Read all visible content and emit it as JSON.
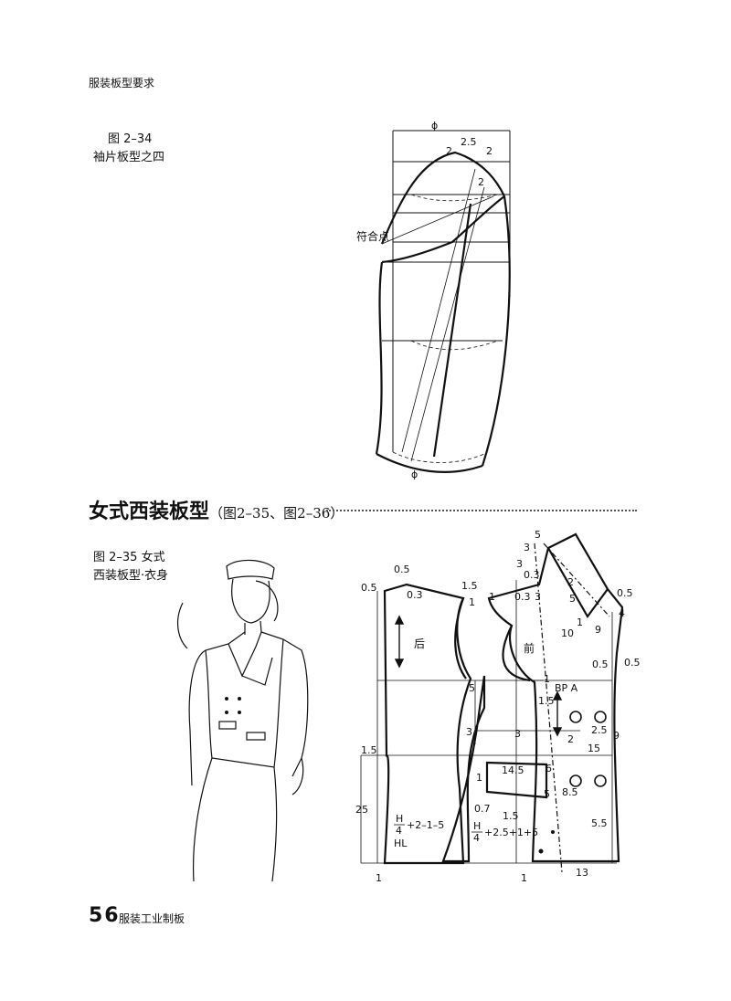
{
  "header": {
    "running_title": "服装板型要求"
  },
  "figure_34": {
    "caption_number": "图 2–34",
    "caption_title": "袖片板型之四",
    "labels": {
      "phi_top": "ϕ",
      "phi_bottom": "ϕ",
      "notch": "符合点",
      "n2_5": "2.5",
      "n2_left": "2",
      "n2_right": "2",
      "n2_mid": "2"
    }
  },
  "section": {
    "title": "女式西装板型",
    "subtitle": "（图2–35、图2–36）"
  },
  "figure_35": {
    "caption_line1": "图 2–35   女式",
    "caption_line2": "西装板型·衣身",
    "labels": {
      "back": "后",
      "front": "前",
      "bp": "BP A",
      "hl": "HL",
      "h_top1": "H",
      "h_bot1": "4",
      "formula1": "+2–1–5",
      "h_top2": "H",
      "h_bot2": "4",
      "formula2": "+2.5+1+5",
      "n0_5a": "0.5",
      "n0_5b": "0.5",
      "n0_3a": "0.3",
      "n1_5a": "1.5",
      "n1a": "1",
      "n1b": "1",
      "n3a": "3",
      "n0_3b": "0.3",
      "n5a": "5",
      "n3b": "3",
      "n3c": "3",
      "n0_3c": "0.3",
      "n2a": "2",
      "n5b": "5",
      "n0_5c": "0.5",
      "n4": "4",
      "n1c": "1",
      "n10": "10",
      "n9a": "9",
      "n0_5d": "0.5",
      "n0_5e": "0.5",
      "n5c": "5",
      "n1_5b": "1.5",
      "n2_5": "2.5",
      "n9b": "9",
      "n3d": "3",
      "n3e": "3",
      "n2b": "2",
      "n15": "15",
      "n1_5c": "1.5",
      "n14_5": "14.5",
      "n6": "6",
      "n1d": "1",
      "n5d": "5",
      "n8_5": "8.5",
      "n0_7": "0.7",
      "n1_5d": "1.5",
      "n25": "25",
      "n5_5": "5.5",
      "n1e": "1",
      "n1f": "1",
      "n13": "13"
    }
  },
  "footer": {
    "page_number": "56",
    "book_title": "服装工业制板"
  }
}
